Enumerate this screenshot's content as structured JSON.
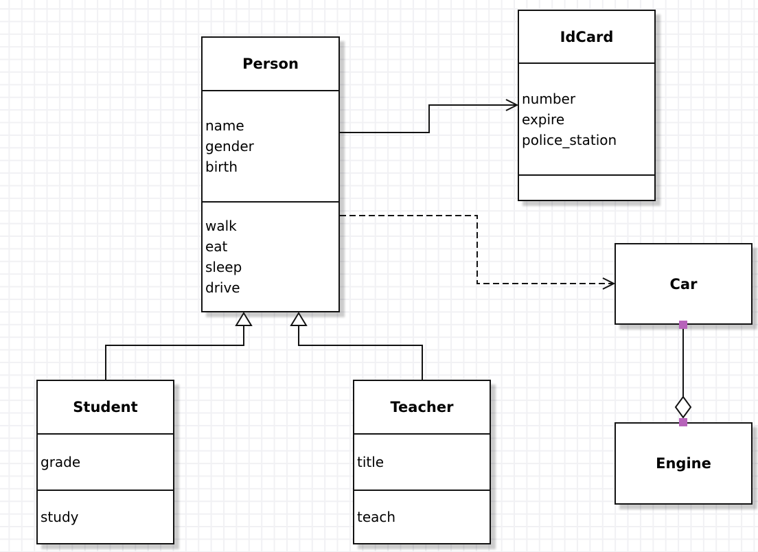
{
  "diagram": {
    "type": "uml-class-diagram",
    "classes": {
      "person": {
        "name": "Person",
        "attributes": [
          "name",
          "gender",
          "birth"
        ],
        "methods": [
          "walk",
          "eat",
          "sleep",
          "drive"
        ]
      },
      "idcard": {
        "name": "IdCard",
        "attributes": [
          "number",
          "expire",
          "police_station"
        ],
        "methods": []
      },
      "student": {
        "name": "Student",
        "attributes": [
          "grade"
        ],
        "methods": [
          "study"
        ]
      },
      "teacher": {
        "name": "Teacher",
        "attributes": [
          "title"
        ],
        "methods": [
          "teach"
        ]
      },
      "car": {
        "name": "Car",
        "attributes": [],
        "methods": []
      },
      "engine": {
        "name": "Engine",
        "attributes": [],
        "methods": []
      }
    },
    "relationships": [
      {
        "from": "Person",
        "to": "IdCard",
        "type": "association",
        "line": "solid",
        "arrow": "open-arrowhead"
      },
      {
        "from": "Person",
        "to": "Car",
        "type": "dependency",
        "line": "dashed",
        "arrow": "open-arrowhead"
      },
      {
        "from": "Student",
        "to": "Person",
        "type": "generalization",
        "line": "solid",
        "arrow": "hollow-triangle"
      },
      {
        "from": "Teacher",
        "to": "Person",
        "type": "generalization",
        "line": "solid",
        "arrow": "hollow-triangle"
      },
      {
        "from": "Car",
        "to": "Engine",
        "type": "aggregation",
        "line": "solid",
        "arrow": "hollow-diamond",
        "endpoints": "selected-handles"
      }
    ],
    "colors": {
      "line": "#121212",
      "box_fill": "#ffffff",
      "endpoint_handle": "#b763ba",
      "shadow": "#c9c9c9",
      "grid_line": "#f1f1f4",
      "canvas": "#ffffff"
    }
  }
}
